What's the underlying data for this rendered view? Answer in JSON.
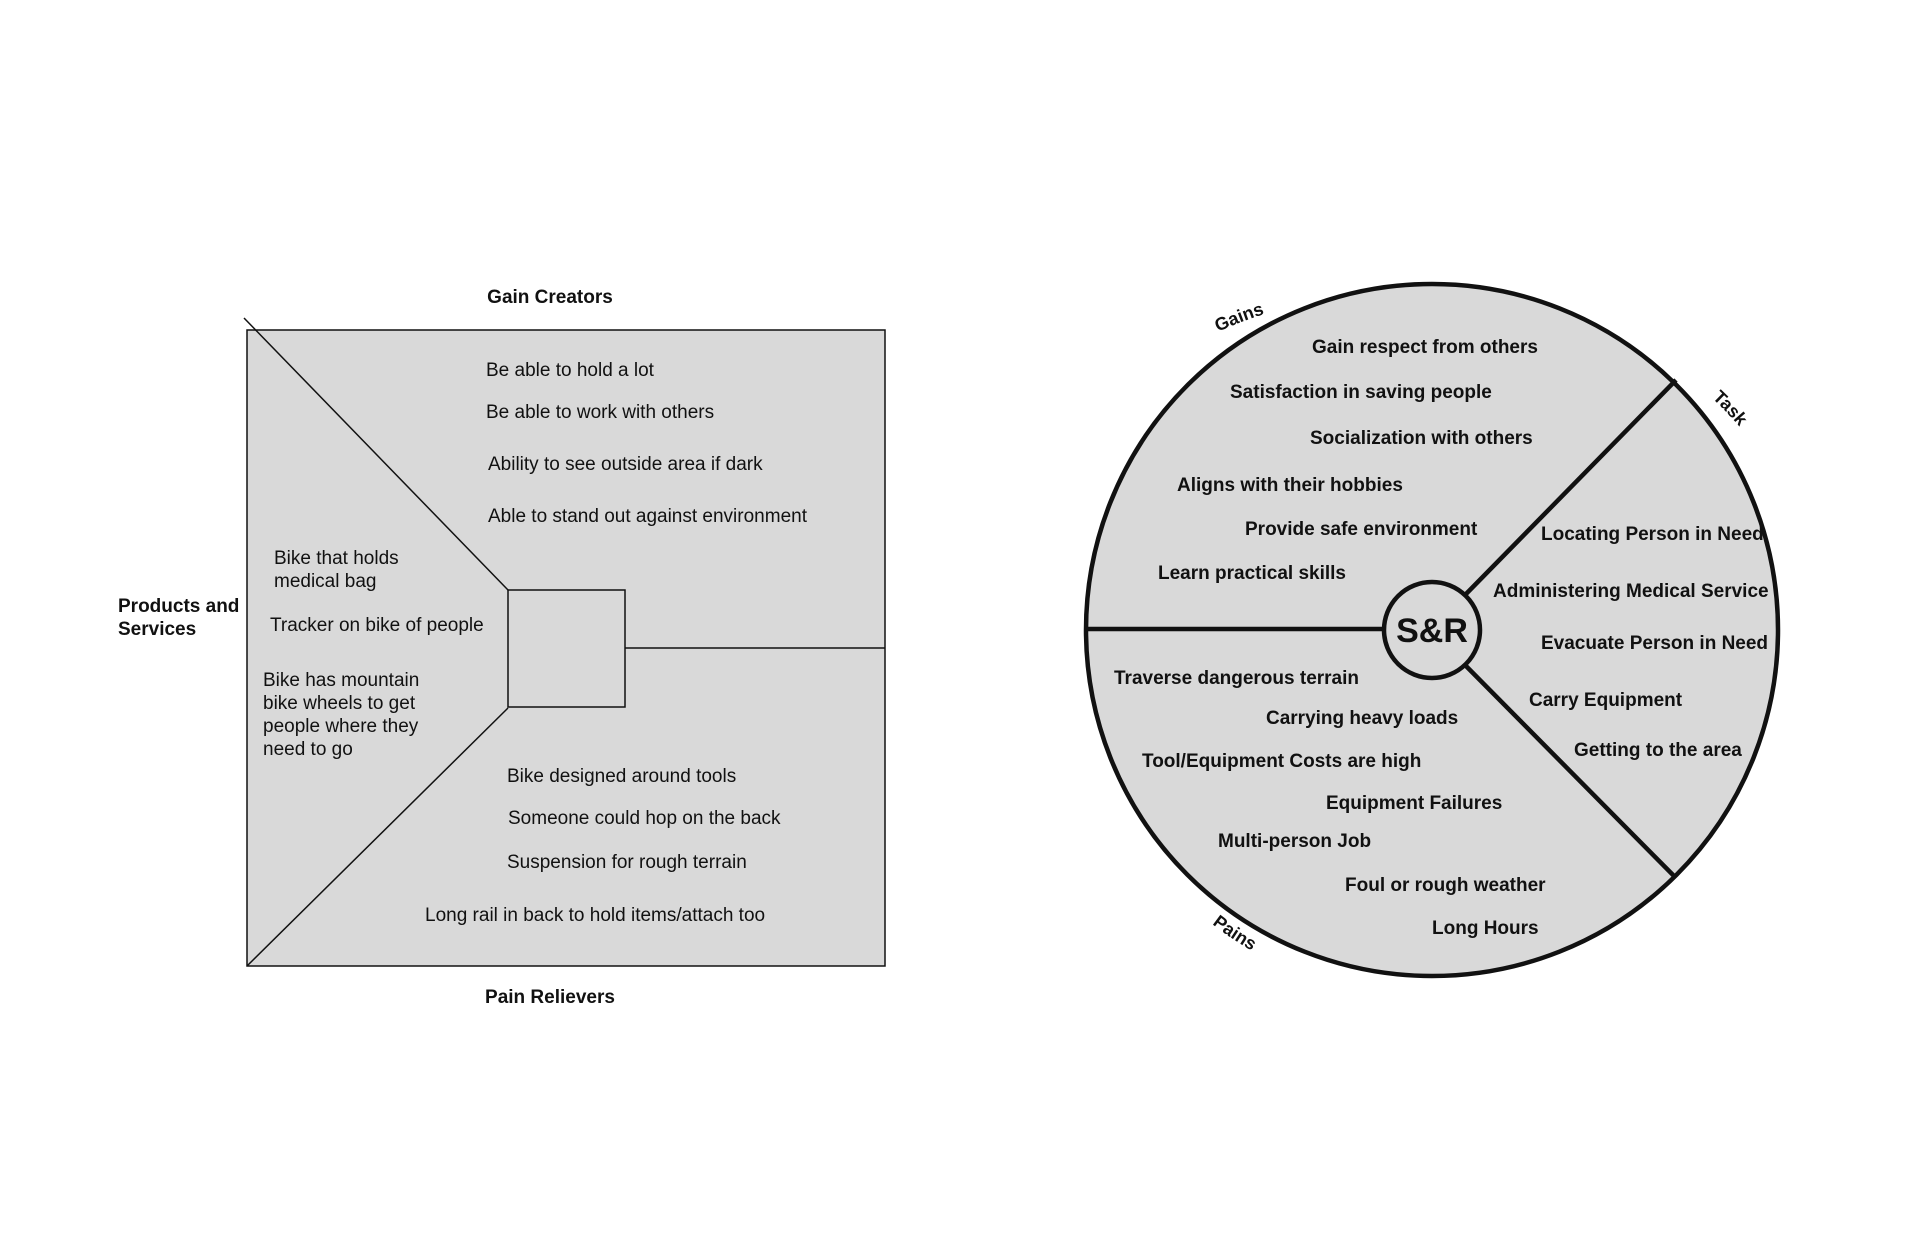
{
  "canvas": {
    "headers": {
      "gain_creators": "Gain Creators",
      "pain_relievers": "Pain Relievers",
      "products_line1": "Products and",
      "products_line2": "Services"
    },
    "gain_creators": [
      "Be able to hold a lot",
      "Be able to work with others",
      "Ability to see outside area if dark",
      "Able to stand out against environment"
    ],
    "products_services": {
      "item1": [
        "Bike that holds",
        "medical bag"
      ],
      "item2": [
        "Tracker on bike of people"
      ],
      "item3": [
        "Bike has mountain",
        "bike wheels to get",
        "people where they",
        "need to go"
      ]
    },
    "pain_relievers": [
      "Bike designed around tools",
      "Someone could hop on the back",
      "Suspension for rough terrain",
      "Long rail in back to hold items/attach too"
    ]
  },
  "profile": {
    "center": "S&R",
    "section_labels": {
      "gains": "Gains",
      "task": "Task",
      "pains": "Pains"
    },
    "gains": [
      "Gain respect from others",
      "Satisfaction in saving people",
      "Socialization with others",
      "Aligns with their hobbies",
      "Provide safe environment",
      "Learn practical skills"
    ],
    "tasks": [
      "Locating Person in Need",
      "Administering Medical Service",
      "Evacuate Person in Need",
      "Carry Equipment",
      "Getting to the area"
    ],
    "pains": [
      "Traverse dangerous terrain",
      "Carrying heavy loads",
      "Tool/Equipment Costs are high",
      "Equipment Failures",
      "Multi-person Job",
      "Foul or rough weather",
      "Long Hours"
    ]
  },
  "colors": {
    "fill": "#d9d9d9",
    "stroke": "#111111",
    "background": "#ffffff"
  }
}
